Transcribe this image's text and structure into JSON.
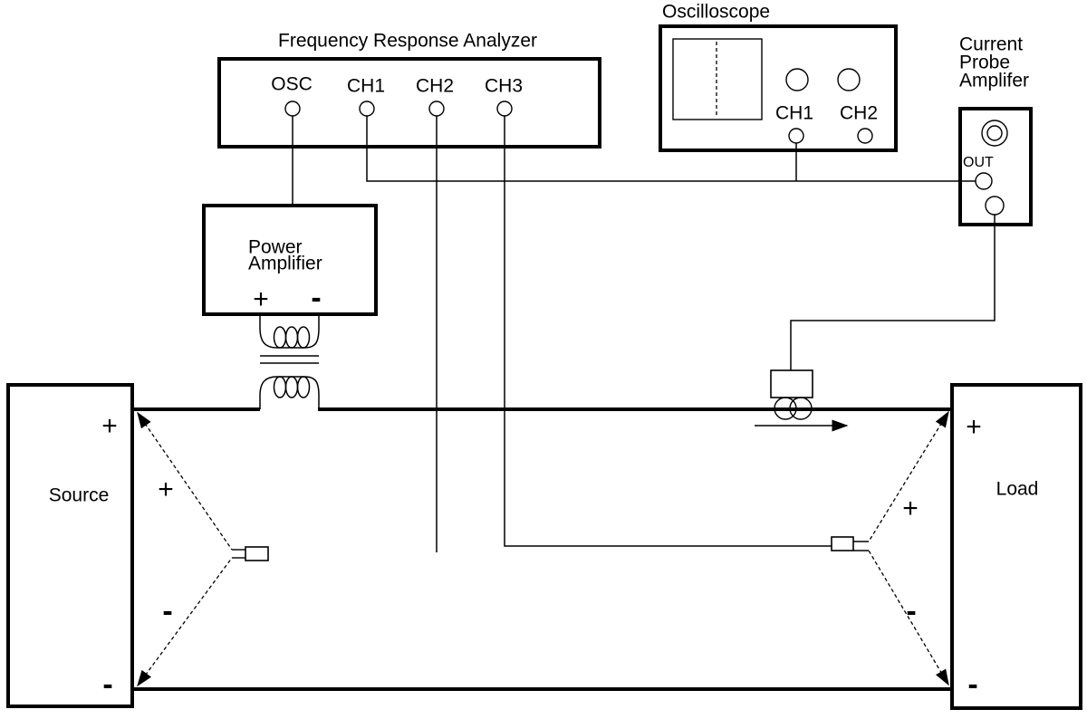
{
  "colors": {
    "ink": "#000000",
    "paper": "#ffffff"
  },
  "fra": {
    "title": "Frequency Response Analyzer",
    "terminals": [
      "OSC",
      "CH1",
      "CH2",
      "CH3"
    ]
  },
  "oscilloscope": {
    "title": "Oscilloscope",
    "channels": [
      "CH1",
      "CH2"
    ]
  },
  "cpa": {
    "title_lines": [
      "Current",
      "Probe",
      "Amplifer"
    ],
    "out_label": "OUT"
  },
  "power_amplifier": {
    "name_lines": [
      "Power",
      "Amplifier"
    ],
    "plus": "+",
    "minus": "-"
  },
  "source": {
    "label": "Source",
    "plus": "+",
    "minus": "-"
  },
  "load": {
    "label": "Load",
    "plus": "+",
    "minus": "-"
  },
  "left_probe": {
    "plus": "+",
    "minus": "-"
  },
  "right_probe": {
    "plus": "+",
    "minus": "-"
  }
}
